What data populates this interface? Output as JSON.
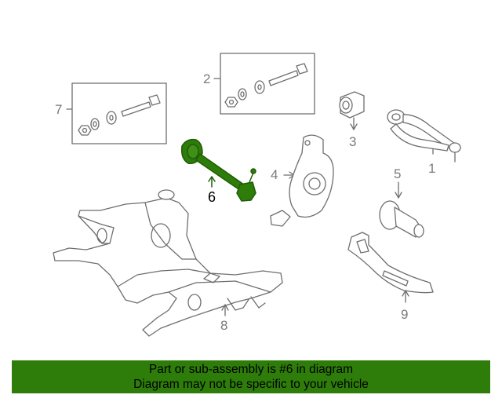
{
  "callouts": {
    "c1": "1",
    "c2": "2",
    "c3": "3",
    "c4": "4",
    "c5": "5",
    "c6": "6",
    "c7": "7",
    "c8": "8",
    "c9": "9"
  },
  "highlight_part": "6",
  "banner": {
    "line1": "Part or sub-assembly is #6 in diagram",
    "line2": "Diagram may not be specific to your vehicle"
  },
  "colors": {
    "highlight": "#2e7d0a",
    "outline": "#6e6e6e",
    "banner_bg": "#2e7d0a"
  }
}
